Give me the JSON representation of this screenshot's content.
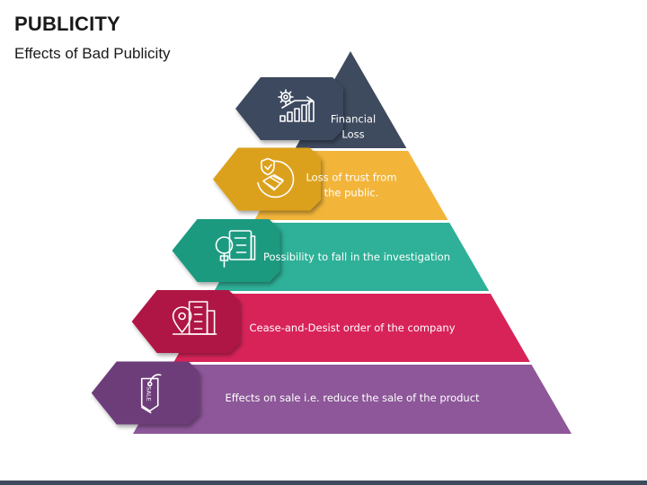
{
  "header": {
    "title": "PUBLICITY",
    "subtitle": "Effects of Bad Publicity"
  },
  "pyramid": {
    "levels": [
      {
        "lines": [
          "Financial",
          "Loss"
        ],
        "color": "#3e4a5e",
        "tab_color": "#3e4a5e",
        "icon": "gear-chart-icon"
      },
      {
        "lines": [
          "Loss of trust from",
          "the public."
        ],
        "color": "#f2b53a",
        "tab_color": "#dca11c",
        "icon": "handshake-shield-icon"
      },
      {
        "lines": [
          "Possibility to fall in the investigation"
        ],
        "color": "#2eb198",
        "tab_color": "#1f9a80",
        "icon": "document-magnifier-icon"
      },
      {
        "lines": [
          "Cease-and-Desist order of the company"
        ],
        "color": "#d82359",
        "tab_color": "#b01844",
        "icon": "building-location-icon"
      },
      {
        "lines": [
          "Effects on sale i.e. reduce the sale of the product"
        ],
        "color": "#8d5799",
        "tab_color": "#6d3c7a",
        "icon": "sale-tag-icon"
      }
    ]
  },
  "icons": {
    "sale_tag_text": "SALE"
  }
}
